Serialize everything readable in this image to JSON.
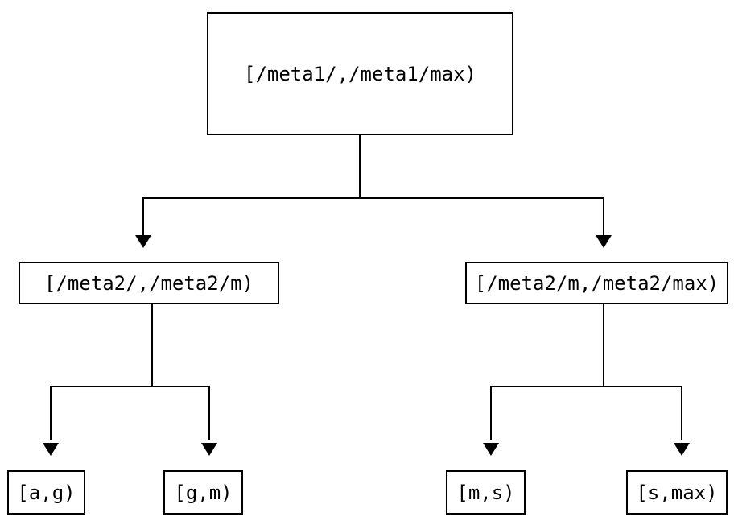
{
  "diagram": {
    "type": "interval-partition-tree",
    "colors": {
      "background": "#ffffff",
      "line": "#000000",
      "text": "#000000",
      "node_fill": "#ffffff"
    },
    "icons": {
      "arrow_down": "▼"
    },
    "tree": {
      "root": {
        "label": "[/meta1/,/meta1/max)",
        "children": [
          {
            "label": "[/meta2/,/meta2/m)",
            "children": [
              {
                "label": "[a,g)"
              },
              {
                "label": "[g,m)"
              }
            ]
          },
          {
            "label": "[/meta2/m,/meta2/max)",
            "children": [
              {
                "label": "[m,s)"
              },
              {
                "label": "[s,max)"
              }
            ]
          }
        ]
      }
    }
  }
}
